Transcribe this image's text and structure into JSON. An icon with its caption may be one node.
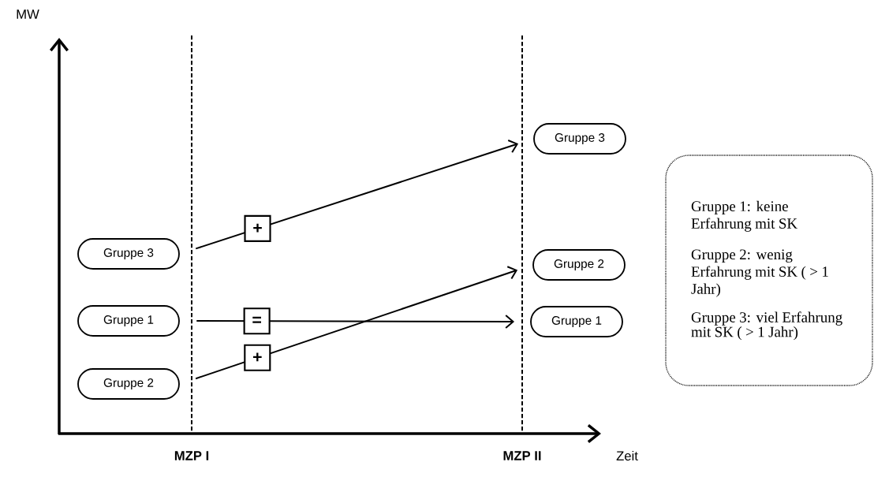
{
  "diagram": {
    "nodes": [
      {
        "text": [
          "Gruppe 3"
        ]
      },
      {
        "text": [
          "Gruppe 1"
        ]
      },
      {
        "text": [
          "Gruppe 2"
        ]
      },
      {
        "text": [
          "Gruppe 3"
        ]
      },
      {
        "text": [
          "Gruppe 2"
        ]
      },
      {
        "text": [
          "Gruppe 1"
        ]
      },
      {
        "text": [
          "Gruppe 1: keine Erfahrung mit SK",
          "Gruppe 2: wenig Erfahrung mit SK ( > 1 Jahr)",
          "Gruppe 3: viel Erfahrung mit SK ( > 1 Jahr)"
        ]
      }
    ],
    "edges": [
      {
        "from": 0,
        "to": 3,
        "arrow": "to",
        "label": "+"
      },
      {
        "from": 1,
        "to": 5,
        "arrow": "to",
        "label": "="
      },
      {
        "from": 2,
        "to": 4,
        "arrow": "to",
        "label": "+"
      }
    ],
    "labels": [
      "MW",
      "MZP I",
      "MZP II",
      "Zeit"
    ]
  }
}
